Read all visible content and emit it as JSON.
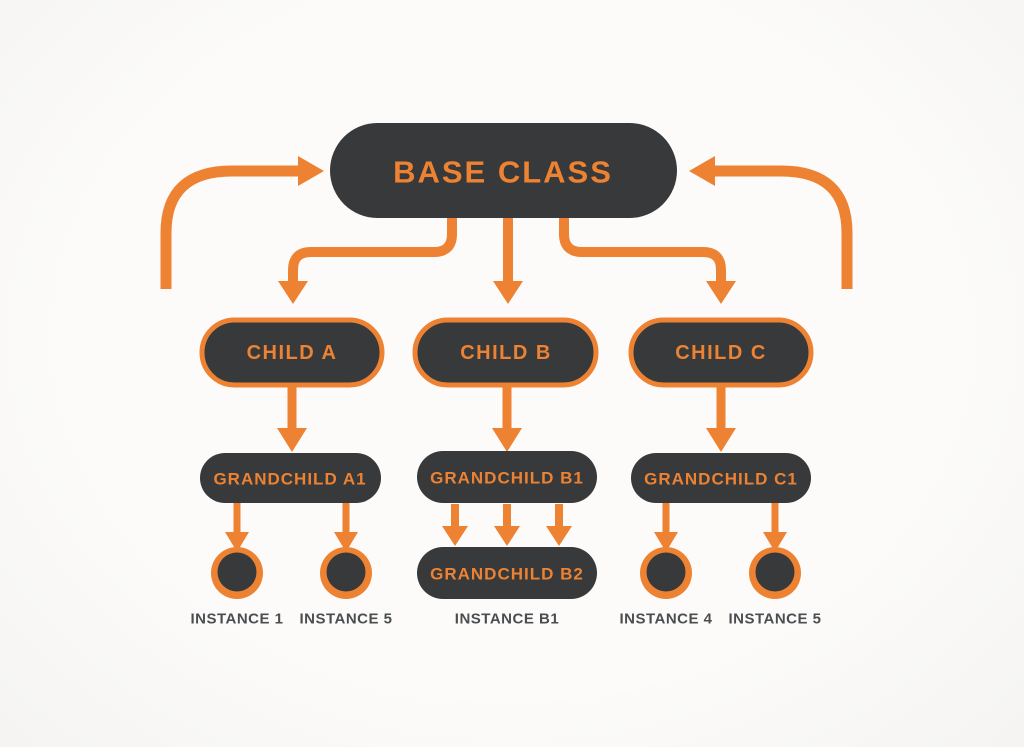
{
  "diagram": {
    "type": "class-inheritance-hierarchy",
    "colors": {
      "orange": "#ee8233",
      "dark": "#37393b",
      "background": "#fcfbfa",
      "label_text": "#4b4e50"
    },
    "nodes": {
      "base": {
        "label": "BASE CLASS"
      },
      "child_a": {
        "label": "CHILD A"
      },
      "child_b": {
        "label": "CHILD B"
      },
      "child_c": {
        "label": "CHILD C"
      },
      "grandchild_a1": {
        "label": "GRANDCHILD A1"
      },
      "grandchild_b1": {
        "label": "GRANDCHILD B1"
      },
      "grandchild_b2": {
        "label": "GRANDCHILD B2"
      },
      "grandchild_c1": {
        "label": "GRANDCHILD C1"
      }
    },
    "instances": {
      "a1_left": {
        "label": "INSTANCE 1"
      },
      "a1_right": {
        "label": "INSTANCE 5"
      },
      "b2": {
        "label": "INSTANCE B1"
      },
      "c1_left": {
        "label": "INSTANCE 4"
      },
      "c1_right": {
        "label": "INSTANCE 5"
      }
    },
    "edges": [
      {
        "from": "external-left",
        "to": "base"
      },
      {
        "from": "external-right",
        "to": "base"
      },
      {
        "from": "base",
        "to": "child_a"
      },
      {
        "from": "base",
        "to": "child_b"
      },
      {
        "from": "base",
        "to": "child_c"
      },
      {
        "from": "child_a",
        "to": "grandchild_a1"
      },
      {
        "from": "child_b",
        "to": "grandchild_b1"
      },
      {
        "from": "child_c",
        "to": "grandchild_c1"
      },
      {
        "from": "grandchild_a1",
        "to": "instance_1"
      },
      {
        "from": "grandchild_a1",
        "to": "instance_5_left"
      },
      {
        "from": "grandchild_b1",
        "to": "grandchild_b2",
        "arrow_count": 3
      },
      {
        "from": "grandchild_c1",
        "to": "instance_4"
      },
      {
        "from": "grandchild_c1",
        "to": "instance_5_right"
      }
    ]
  }
}
